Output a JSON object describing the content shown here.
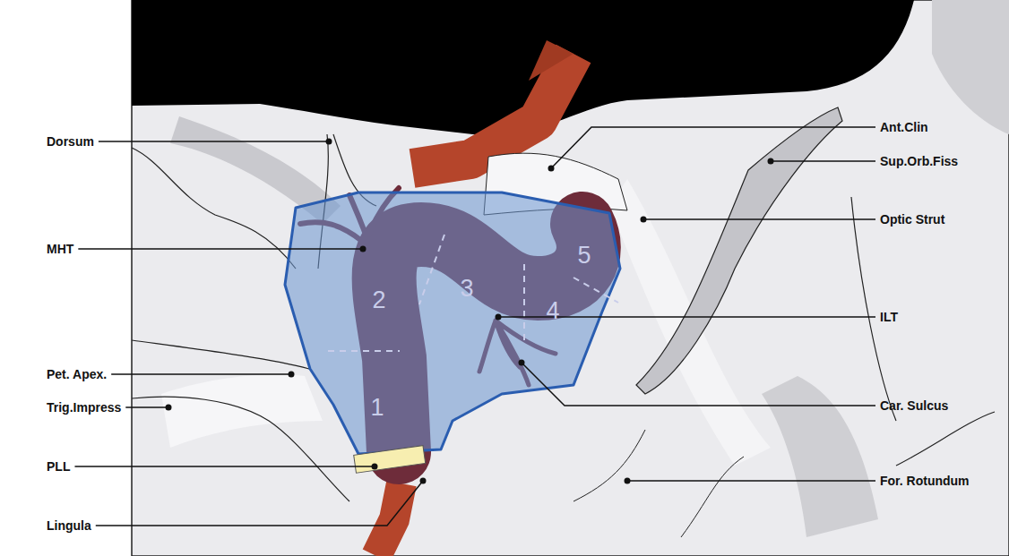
{
  "diagram": {
    "labels": [
      "Dorsum",
      "MHT",
      "Pet. Apex.",
      "Trig.Impress",
      "PLL",
      "Lingula",
      "Ant.Clin",
      "Sup.Orb.Fiss",
      "Optic Strut",
      "ILT",
      "Car. Sulcus",
      "For. Rotundum",
      "1",
      "2",
      "3",
      "4",
      "5"
    ]
  }
}
